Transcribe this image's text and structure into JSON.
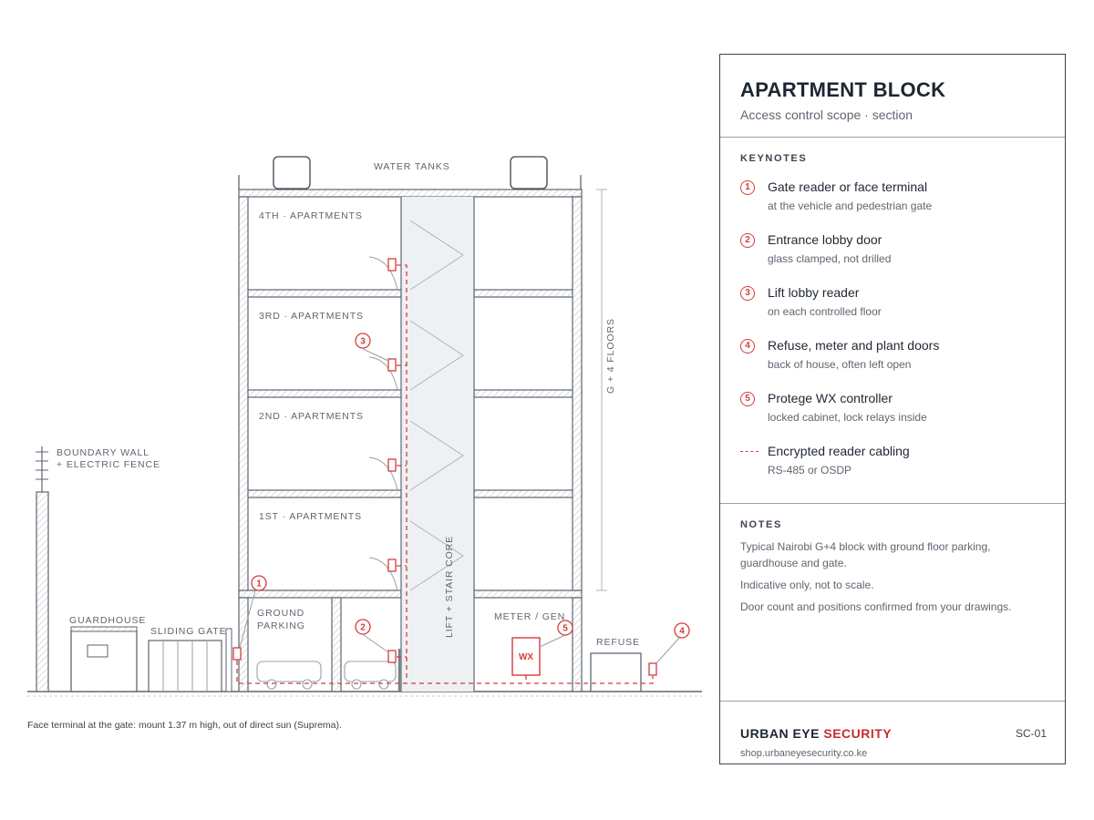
{
  "drawing": {
    "labels": {
      "water_tanks": "WATER TANKS",
      "floor_4": "4TH · APARTMENTS",
      "floor_3": "3RD · APARTMENTS",
      "floor_2": "2ND · APARTMENTS",
      "floor_1": "1ST · APARTMENTS",
      "ground_1": "GROUND",
      "ground_2": "PARKING",
      "core": "LIFT + STAIR CORE",
      "meter": "METER / GEN",
      "refuse": "REFUSE",
      "guardhouse": "GUARDHOUSE",
      "sliding_gate": "SLIDING GATE",
      "boundary_1": "BOUNDARY WALL",
      "boundary_2": "+ ELECTRIC FENCE",
      "height_dim": "G + 4 FLOORS",
      "controller": "WX"
    },
    "badges": [
      "1",
      "2",
      "3",
      "4",
      "5"
    ],
    "caption": "Face terminal at the gate: mount 1.37 m high, out of direct sun (Suprema)."
  },
  "panel": {
    "title": "APARTMENT BLOCK",
    "subtitle": "Access control scope · section",
    "keynotes_heading": "KEYNOTES",
    "keynotes": [
      {
        "badge": "1",
        "title": "Gate reader or face terminal",
        "sub": "at the vehicle and pedestrian gate"
      },
      {
        "badge": "2",
        "title": "Entrance lobby door",
        "sub": "glass clamped, not drilled"
      },
      {
        "badge": "3",
        "title": "Lift lobby reader",
        "sub": "on each controlled floor"
      },
      {
        "badge": "4",
        "title": "Refuse, meter and plant doors",
        "sub": "back of house, often left open"
      },
      {
        "badge": "5",
        "title": "Protege WX controller",
        "sub": "locked cabinet, lock relays inside"
      },
      {
        "badge": "",
        "title": "Encrypted reader cabling",
        "sub": "RS-485 or OSDP"
      }
    ],
    "notes_heading": "NOTES",
    "notes": [
      "Typical Nairobi G+4 block with ground floor parking, guardhouse and gate.",
      "Indicative only, not to scale.",
      "Door count and positions confirmed from your drawings."
    ],
    "brand_part1": "URBAN EYE",
    "brand_part2": "SECURITY",
    "sheet_code": "SC-01",
    "url": "shop.urbaneyesecurity.co.ke"
  },
  "colors": {
    "line": "#5e6670",
    "accent": "#d63b3b",
    "core_fill": "#eef1f4",
    "hatch": "#c9ced4"
  }
}
